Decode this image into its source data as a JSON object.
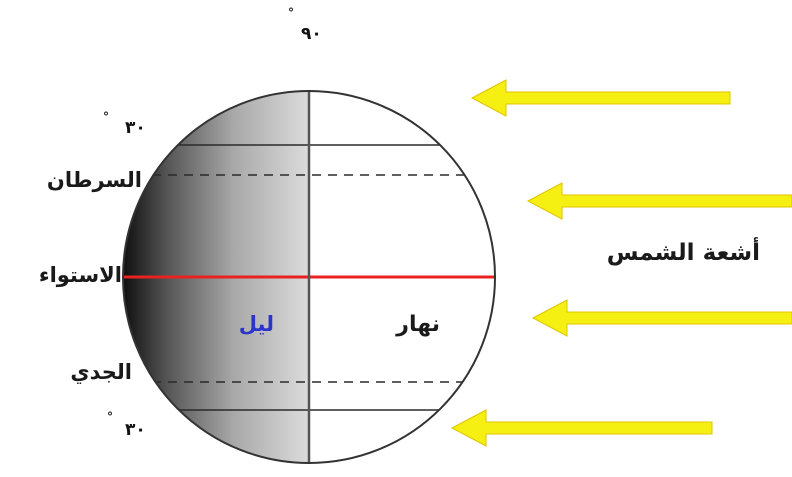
{
  "diagram": {
    "top_degree": "٩٠",
    "upper_degree": "٣٠",
    "lower_degree": "٣٠",
    "degree_mark": "°",
    "tropic_cancer_label": "السرطان",
    "equator_label": "الاستواء",
    "tropic_capricorn_label": "الجدي",
    "night_label": "ليل",
    "day_label": "نهار",
    "sun_rays_label": "أشعة الشمس",
    "colors": {
      "night_dark": "#111111",
      "night_light": "#dcdcdc",
      "day": "#ffffff",
      "equator": "#e8231f",
      "arrow_yellow": "#f5ef12",
      "arrow_outline": "#e0c400",
      "night_text": "#2b35c9",
      "lines": "#2a2a2a"
    },
    "icons": [
      "sun-ray-arrow-icon"
    ]
  }
}
